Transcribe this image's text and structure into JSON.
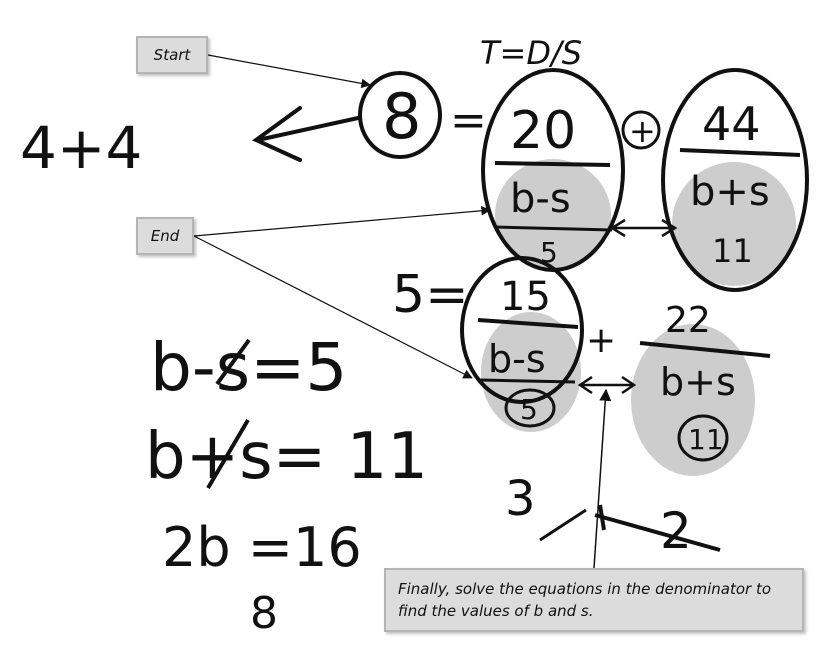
{
  "labels": {
    "start": "Start",
    "end": "End",
    "note": "Finally, solve the equations in the denominator to find the values of b and s."
  },
  "handwriting": {
    "formula": "T=D/S",
    "four_plus_four": "4+4",
    "eight": "8",
    "eq1_num_a": "20",
    "eq1_den_a": "b-s",
    "eq1_den_a_val": "5",
    "eq1_num_b": "44",
    "eq1_den_b": "b+s",
    "eq1_den_b_val": "11",
    "eq2_lhs": "5=",
    "eq2_num_a": "15",
    "eq2_den_a": "b-s",
    "eq2_den_a_val": "5",
    "eq2_num_b": "22",
    "eq2_den_b": "b+s",
    "eq2_den_b_val": "11",
    "three": "3",
    "two": "2",
    "sys1": "b-s=5",
    "sys2": "b+s= 11",
    "sum": "2b =16",
    "result": "8"
  },
  "colors": {
    "ink": "#111111",
    "highlight": "#c8c8c8",
    "label_bg": "#dcdcdc"
  }
}
